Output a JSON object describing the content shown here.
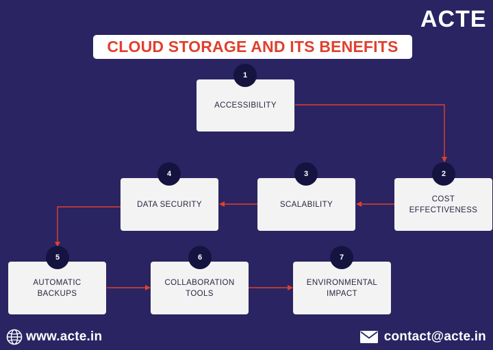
{
  "brand": {
    "logo_text": "ACTE"
  },
  "title": "CLOUD STORAGE AND ITS BENEFITS",
  "colors": {
    "background": "#2a2462",
    "title_text": "#e0402e",
    "arrow": "#e0402e",
    "badge": "#151440",
    "node_fill": "#f3f3f3"
  },
  "steps": [
    {
      "number": "1",
      "label": "ACCESSIBILITY"
    },
    {
      "number": "2",
      "label": "COST\nEFFECTIVENESS"
    },
    {
      "number": "3",
      "label": "SCALABILITY"
    },
    {
      "number": "4",
      "label": "DATA SECURITY"
    },
    {
      "number": "5",
      "label": "AUTOMATIC\nBACKUPS"
    },
    {
      "number": "6",
      "label": "COLLABORATION\nTOOLS"
    },
    {
      "number": "7",
      "label": "ENVIRONMENTAL\nIMPACT"
    }
  ],
  "flow": [
    [
      "1",
      "2"
    ],
    [
      "2",
      "3"
    ],
    [
      "3",
      "4"
    ],
    [
      "4",
      "5"
    ],
    [
      "5",
      "6"
    ],
    [
      "6",
      "7"
    ]
  ],
  "footer": {
    "website_icon": "globe-icon",
    "website": "www.acte.in",
    "email_icon": "mail-icon",
    "email": "contact@acte.in"
  }
}
